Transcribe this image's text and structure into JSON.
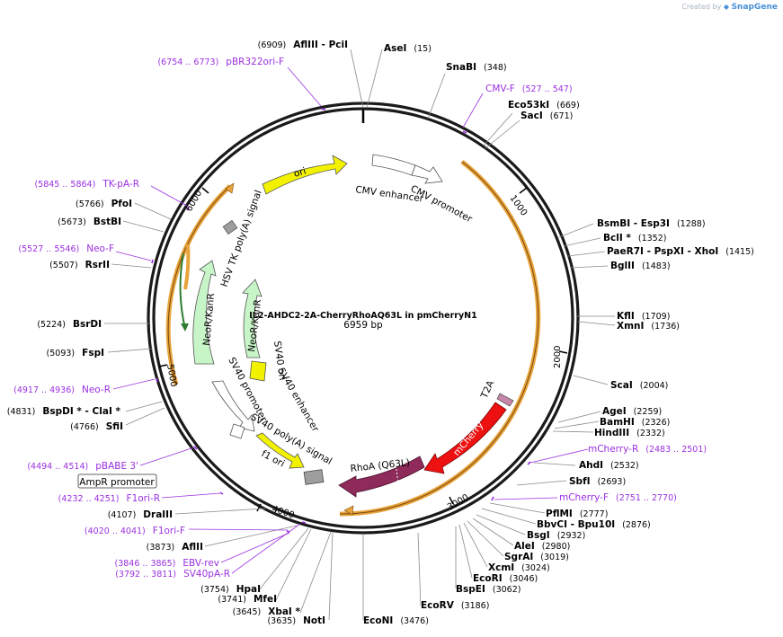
{
  "credit": {
    "prefix": "Created by",
    "brand": "SnapGene"
  },
  "plasmid": {
    "name": "IL2-AHDC2-2A-CherryRhoAQ63L in pmCherryN1",
    "length": "6959 bp",
    "size_bp": 6959
  },
  "ticks": [
    "1000",
    "2000",
    "3000",
    "4000",
    "5000",
    "6000"
  ],
  "sites": [
    {
      "name": "AflIII  - PciI",
      "pos": "(6909)",
      "side": "L"
    },
    {
      "name": "AseI",
      "pos": "(15)",
      "side": "R"
    },
    {
      "name": "SnaBI",
      "pos": "(348)",
      "side": "R"
    },
    {
      "name": "Eco53kI",
      "pos": "(669)",
      "side": "R"
    },
    {
      "name": "SacI",
      "pos": "(671)",
      "side": "R"
    },
    {
      "name": "BsmBI  - Esp3I",
      "pos": "(1288)",
      "side": "R"
    },
    {
      "name": "BclI *",
      "pos": "(1352)",
      "side": "R"
    },
    {
      "name": "PaeR7I  - PspXI  - XhoI",
      "pos": "(1415)",
      "side": "R"
    },
    {
      "name": "BglII",
      "pos": "(1483)",
      "side": "R"
    },
    {
      "name": "KflI",
      "pos": "(1709)",
      "side": "R"
    },
    {
      "name": "XmnI",
      "pos": "(1736)",
      "side": "R"
    },
    {
      "name": "ScaI",
      "pos": "(2004)",
      "side": "R"
    },
    {
      "name": "AgeI",
      "pos": "(2259)",
      "side": "R"
    },
    {
      "name": "BamHI",
      "pos": "(2326)",
      "side": "R"
    },
    {
      "name": "HindIII",
      "pos": "(2332)",
      "side": "R"
    },
    {
      "name": "AhdI",
      "pos": "(2532)",
      "side": "R"
    },
    {
      "name": "SbfI",
      "pos": "(2693)",
      "side": "R"
    },
    {
      "name": "PflMI",
      "pos": "(2777)",
      "side": "R"
    },
    {
      "name": "BbvCI  - Bpu10I",
      "pos": "(2876)",
      "side": "R"
    },
    {
      "name": "BsgI",
      "pos": "(2932)",
      "side": "R"
    },
    {
      "name": "AleI",
      "pos": "(2980)",
      "side": "R"
    },
    {
      "name": "SgrAI",
      "pos": "(3019)",
      "side": "R"
    },
    {
      "name": "XcmI",
      "pos": "(3024)",
      "side": "R"
    },
    {
      "name": "EcoRI",
      "pos": "(3046)",
      "side": "R"
    },
    {
      "name": "BspEI",
      "pos": "(3062)",
      "side": "R"
    },
    {
      "name": "EcoRV",
      "pos": "(3186)",
      "side": "R"
    },
    {
      "name": "EcoNI",
      "pos": "(3476)",
      "side": "R"
    },
    {
      "name": "NotI",
      "pos": "(3635)",
      "side": "L"
    },
    {
      "name": "XbaI *",
      "pos": "(3645)",
      "side": "L"
    },
    {
      "name": "MfeI",
      "pos": "(3741)",
      "side": "L"
    },
    {
      "name": "HpaI",
      "pos": "(3754)",
      "side": "L"
    },
    {
      "name": "AflII",
      "pos": "(3873)",
      "side": "L"
    },
    {
      "name": "DraIII",
      "pos": "(4107)",
      "side": "L"
    },
    {
      "name": "SfiI",
      "pos": "(4766)",
      "side": "L"
    },
    {
      "name": "BspDI *  - ClaI *",
      "pos": "(4831)",
      "side": "L"
    },
    {
      "name": "FspI",
      "pos": "(5093)",
      "side": "L"
    },
    {
      "name": "BsrDI",
      "pos": "(5224)",
      "side": "L"
    },
    {
      "name": "RsrII",
      "pos": "(5507)",
      "side": "L"
    },
    {
      "name": "BstBI",
      "pos": "(5673)",
      "side": "L"
    },
    {
      "name": "PfoI",
      "pos": "(5766)",
      "side": "L"
    }
  ],
  "primers": [
    {
      "name": "pBR322ori-F",
      "pos": "(6754 .. 6773)",
      "side": "L"
    },
    {
      "name": "CMV-F",
      "pos": "(527 .. 547)",
      "side": "R"
    },
    {
      "name": "TK-pA-R",
      "pos": "(5845 .. 5864)",
      "side": "L"
    },
    {
      "name": "Neo-F",
      "pos": "(5527 .. 5546)",
      "side": "L"
    },
    {
      "name": "Neo-R",
      "pos": "(4917 .. 4936)",
      "side": "L"
    },
    {
      "name": "pBABE 3'",
      "pos": "(4494 .. 4514)",
      "side": "L"
    },
    {
      "name": "F1ori-R",
      "pos": "(4232 .. 4251)",
      "side": "L"
    },
    {
      "name": "F1ori-F",
      "pos": "(4020 .. 4041)",
      "side": "L"
    },
    {
      "name": "EBV-rev",
      "pos": "(3846 .. 3865)",
      "side": "L"
    },
    {
      "name": "SV40pA-R",
      "pos": "(3792 .. 3811)",
      "side": "L"
    },
    {
      "name": "mCherry-R",
      "pos": "(2483 .. 2501)",
      "side": "R"
    },
    {
      "name": "mCherry-F",
      "pos": "(2751 .. 2770)",
      "side": "R"
    }
  ],
  "features": {
    "ori": "ori",
    "cmv_enhancer": "CMV enhancer",
    "cmv_promoter": "CMV promoter",
    "hsv_tk": "HSV TK poly(A) signal",
    "neor_outer": "NeoR/KanR",
    "neor_inner": "NeoR/KanR",
    "sv40_ori": "SV40 ori",
    "sv40_enhancer": "SV40 enhancer",
    "sv40_promoter": "SV40 promoter",
    "sv40_polya": "SV40 poly(A) signal",
    "f1_ori": "f1 ori",
    "ampr_promoter": "AmpR promoter",
    "t2a": "T2A",
    "mcherry": "mCherry",
    "rhoa": "RhoA (Q63L)"
  },
  "colors": {
    "backbone": "#1a1a1a",
    "orf_orange": "#e8a33a",
    "ori_yellow": "#f2f200",
    "neo_green": "#c8f5c8",
    "mcherry_red": "#ee1111",
    "rhoa_maroon": "#8e2b5a",
    "t2a_mauve": "#c887a8",
    "primer": "#9b30e0",
    "gray_feature": "#9e9e9e"
  }
}
